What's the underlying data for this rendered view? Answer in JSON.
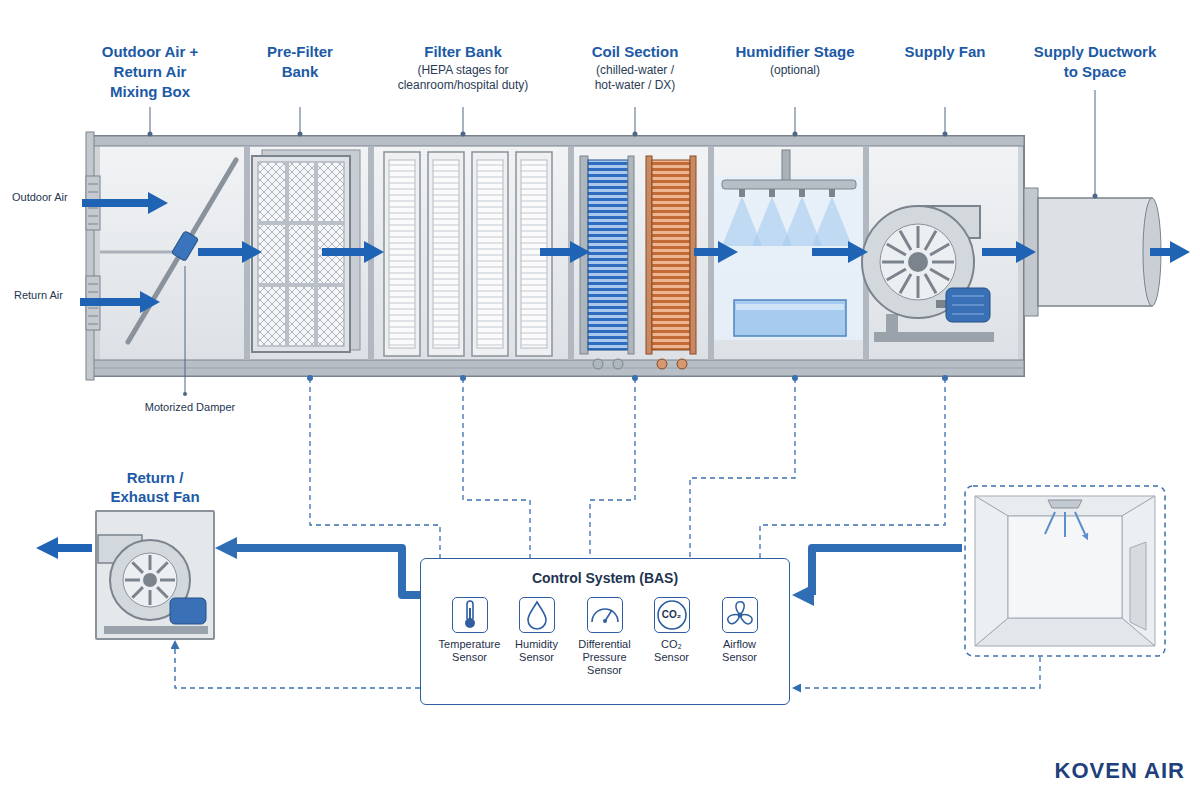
{
  "diagram": {
    "nodes": [
      {
        "text": [
          "Return / Exhaust Fan"
        ]
      },
      {
        "text": [
          "Control System (BAS)"
        ]
      },
      {
        "text": [
          "Temperature Sensor"
        ],
        "in": 1
      },
      {
        "text": [
          "Humidity Sensor"
        ],
        "in": 1
      },
      {
        "text": [
          "Differential Pressure Sensor"
        ],
        "in": 1
      },
      {
        "text": [
          "CO₂",
          "CO₂ Sensor"
        ],
        "in": 1
      },
      {
        "text": [
          "Airflow Sensor"
        ],
        "in": 1
      }
    ],
    "edges": [
      {
        "from": 1,
        "to": 0,
        "arrow": "to"
      },
      {
        "from": 1,
        "to": 0,
        "arrow": "to"
      }
    ],
    "labels": [
      "Outdoor Air + Return Air Mixing Box",
      "Pre-Filter Bank",
      "Filter Bank",
      "(HEPA stages for cleanroom/hospital duty)",
      "Coil Section",
      "(chilled-water / hot-water / DX)",
      "Humidifier Stage",
      "(optional)",
      "Supply Fan",
      "Supply Ductwork to Space",
      "Outdoor Air",
      "Return Air",
      "Motorized Damper",
      "KOVEN AIR"
    ]
  }
}
